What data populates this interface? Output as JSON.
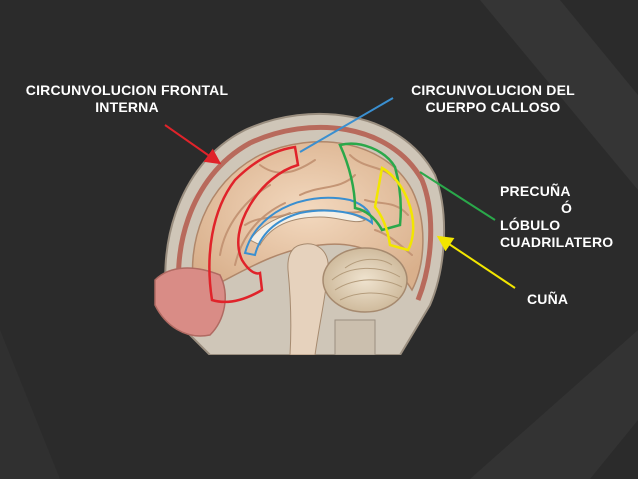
{
  "slide": {
    "background_color": "#2b2b2b",
    "chevron_color": "#3a3a3a"
  },
  "labels": {
    "frontal_line1": "CIRCUNVOLUCION FRONTAL",
    "frontal_line2": "INTERNA",
    "callosal_line1": "CIRCUNVOLUCION DEL",
    "callosal_line2": "CUERPO CALLOSO",
    "precuneus_line1": "PRECUÑA",
    "precuneus_line2": "Ó",
    "precuneus_line3": "LÓBULO",
    "precuneus_line4": "CUADRILATERO",
    "cuneus": "CUÑA"
  },
  "outline_colors": {
    "frontal": "#e0232a",
    "callosal": "#3a8fd0",
    "precuneus": "#2aa84a",
    "cuneus": "#f2e600"
  },
  "figure": {
    "subject": "sagittal section of the human brain"
  }
}
